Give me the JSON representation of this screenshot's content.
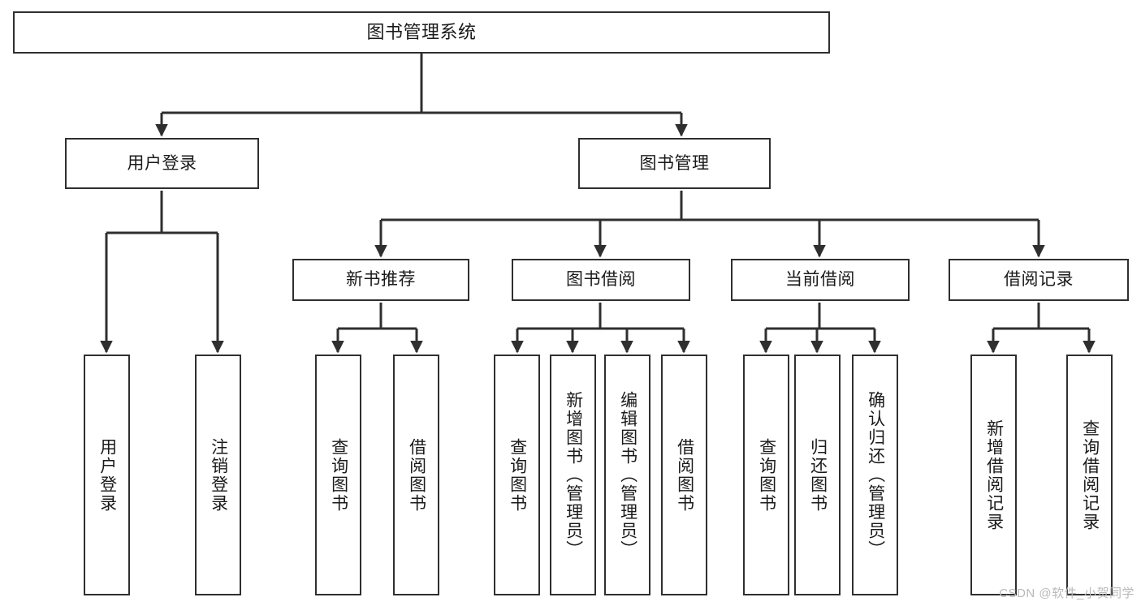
{
  "diagram": {
    "type": "tree-hierarchy-flowchart",
    "title": "图书管理系统",
    "watermark": "CSDN @软件_小贺同学",
    "colors": {
      "box_border": "#2f2f2f",
      "box_fill": "#ffffff",
      "edge": "#2f2f2f",
      "text": "#1a1a1a",
      "watermark": "#b9b9b9",
      "background": "#ffffff"
    },
    "root": {
      "label": "图书管理系统"
    },
    "level1": [
      {
        "label": "用户登录"
      },
      {
        "label": "图书管理"
      }
    ],
    "level2": [
      {
        "label": "新书推荐"
      },
      {
        "label": "图书借阅"
      },
      {
        "label": "当前借阅"
      },
      {
        "label": "借阅记录"
      }
    ],
    "leaves": {
      "user_login": [
        {
          "label": "用户登录"
        },
        {
          "label": "注销登录"
        }
      ],
      "new_book_recommend": [
        {
          "label": "查询图书"
        },
        {
          "label": "借阅图书"
        }
      ],
      "book_borrow": [
        {
          "label": "查询图书"
        },
        {
          "label": "新增图书（管理员）"
        },
        {
          "label": "编辑图书（管理员）"
        },
        {
          "label": "借阅图书"
        }
      ],
      "current_borrow": [
        {
          "label": "查询图书"
        },
        {
          "label": "归还图书"
        },
        {
          "label": "确认归还（管理员）"
        }
      ],
      "borrow_record": [
        {
          "label": "新增借阅记录"
        },
        {
          "label": "查询借阅记录"
        }
      ]
    }
  }
}
